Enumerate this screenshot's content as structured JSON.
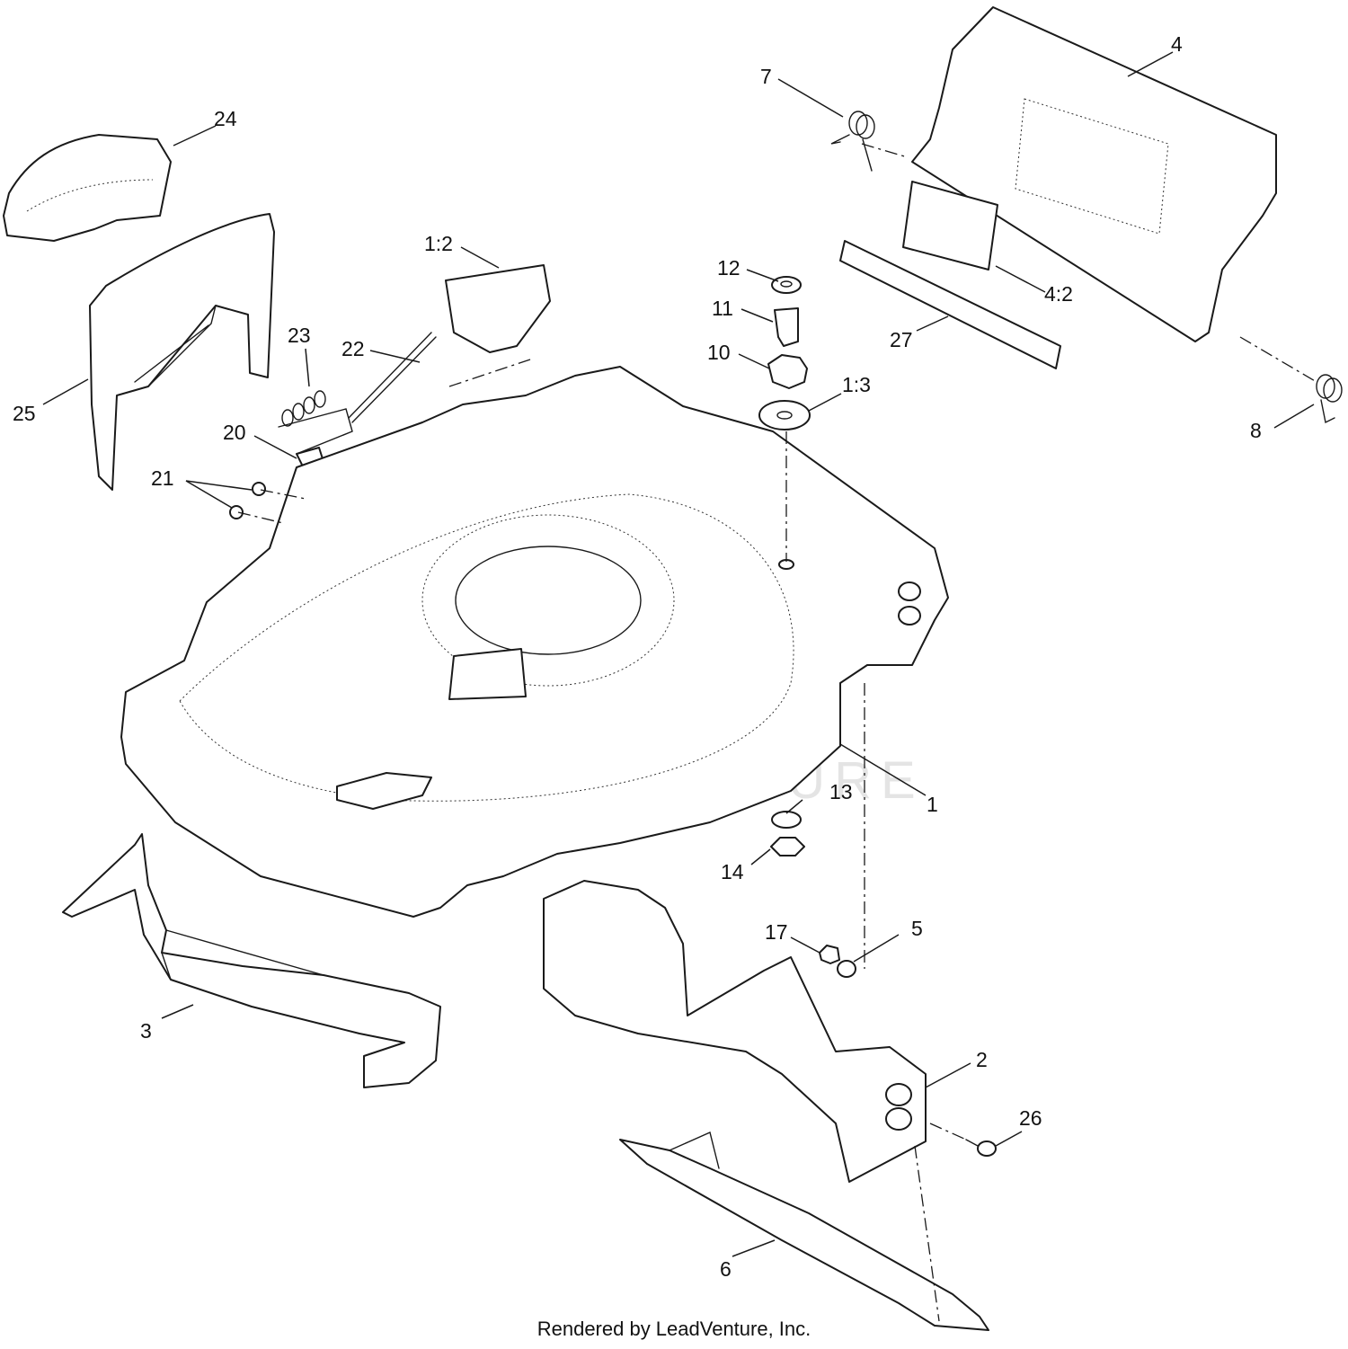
{
  "callouts": [
    {
      "id": "c1",
      "text": "1"
    },
    {
      "id": "c2",
      "text": "2"
    },
    {
      "id": "c3",
      "text": "3"
    },
    {
      "id": "c4",
      "text": "4"
    },
    {
      "id": "c5",
      "text": "5"
    },
    {
      "id": "c6",
      "text": "6"
    },
    {
      "id": "c7",
      "text": "7"
    },
    {
      "id": "c8",
      "text": "8"
    },
    {
      "id": "c10",
      "text": "10"
    },
    {
      "id": "c11",
      "text": "11"
    },
    {
      "id": "c12",
      "text": "12"
    },
    {
      "id": "c13",
      "text": "13"
    },
    {
      "id": "c14",
      "text": "14"
    },
    {
      "id": "c17",
      "text": "17"
    },
    {
      "id": "c20",
      "text": "20"
    },
    {
      "id": "c21",
      "text": "21"
    },
    {
      "id": "c22",
      "text": "22"
    },
    {
      "id": "c23",
      "text": "23"
    },
    {
      "id": "c24",
      "text": "24"
    },
    {
      "id": "c25",
      "text": "25"
    },
    {
      "id": "c26",
      "text": "26"
    },
    {
      "id": "c27",
      "text": "27"
    },
    {
      "id": "c1_2",
      "text": "1:2"
    },
    {
      "id": "c1_3",
      "text": "1:3"
    },
    {
      "id": "c4_2",
      "text": "4:2"
    }
  ],
  "watermark": {
    "text": "LEADVENTURE"
  },
  "footer": {
    "text": "Rendered by LeadVenture, Inc."
  }
}
